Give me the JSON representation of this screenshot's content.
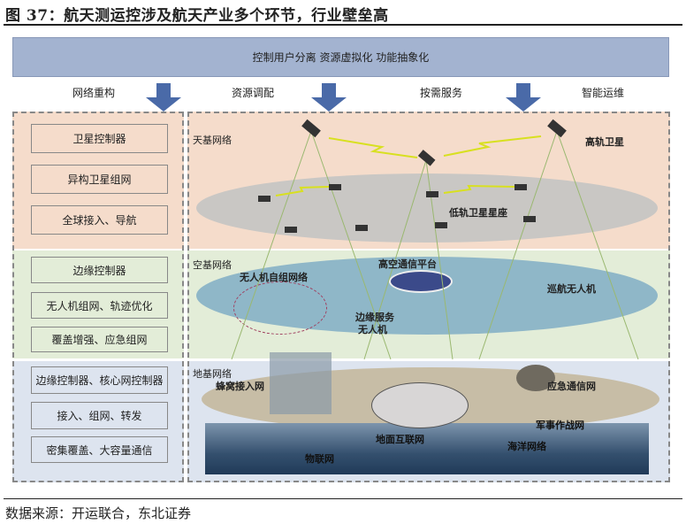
{
  "title": "图 37：航天测运控涉及航天产业多个环节，行业壁垒高",
  "top_bar": "控制用户分离 资源虚拟化 功能抽象化",
  "functions": [
    "网络重构",
    "资源调配",
    "按需服务",
    "智能运维"
  ],
  "left_panel": {
    "space": [
      "卫星控制器",
      "异构卫星组网",
      "全球接入、导航"
    ],
    "air": [
      "边缘控制器",
      "无人机组网、轨迹优化",
      "覆盖增强、应急组网"
    ],
    "ground": [
      "边缘控制器、核心网控制器",
      "接入、组网、转发",
      "密集覆盖、大容量通信"
    ]
  },
  "sections": {
    "space": {
      "name": "天基网络",
      "labels": [
        "高轨卫星",
        "低轨卫星星座"
      ]
    },
    "air": {
      "name": "空基网络",
      "labels": [
        "无人机自组网络",
        "高空通信平台",
        "巡航无人机",
        "边缘服务",
        "无人机"
      ]
    },
    "ground": {
      "name": "地基网络",
      "labels": [
        "蜂窝接入网",
        "应急通信网",
        "军事作战网",
        "地面互联网",
        "物联网",
        "海洋网络"
      ]
    }
  },
  "colors": {
    "space_bg": "#f5dccb",
    "air_bg": "#e3edd8",
    "ground_bg": "#dde4ef",
    "top_bar": "#a3b3d0",
    "arrow": "#4a6aa8"
  },
  "source": "数据来源：开运联合，东北证券"
}
